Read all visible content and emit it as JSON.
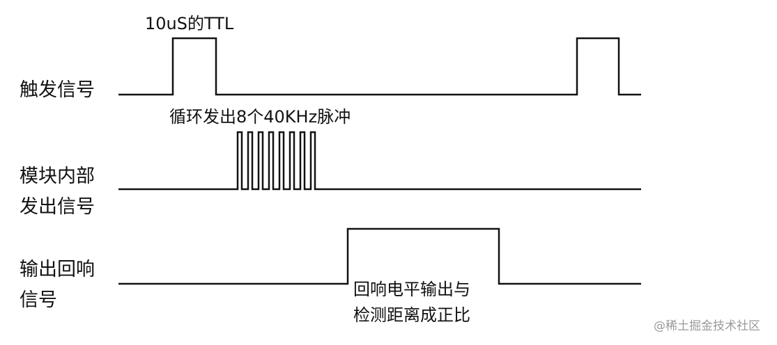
{
  "signals": [
    {
      "id": "trigger",
      "label_lines": [
        "触发信号"
      ]
    },
    {
      "id": "internal",
      "label_lines": [
        "模块内部",
        "发出信号"
      ]
    },
    {
      "id": "echo",
      "label_lines": [
        "输出回响",
        "信号"
      ]
    }
  ],
  "annotations": {
    "trigger_pulse": "10uS的TTL",
    "burst": "循环发出8个40KHz脉冲",
    "echo_lines": [
      "回响电平输出与",
      "检测距离成正比"
    ]
  },
  "burst_pulse_count": 8,
  "watermark": "@稀土掘金技术社区",
  "colors": {
    "line": "#111111",
    "text": "#111111",
    "watermark": "#9a9a9a",
    "background": "#ffffff"
  }
}
